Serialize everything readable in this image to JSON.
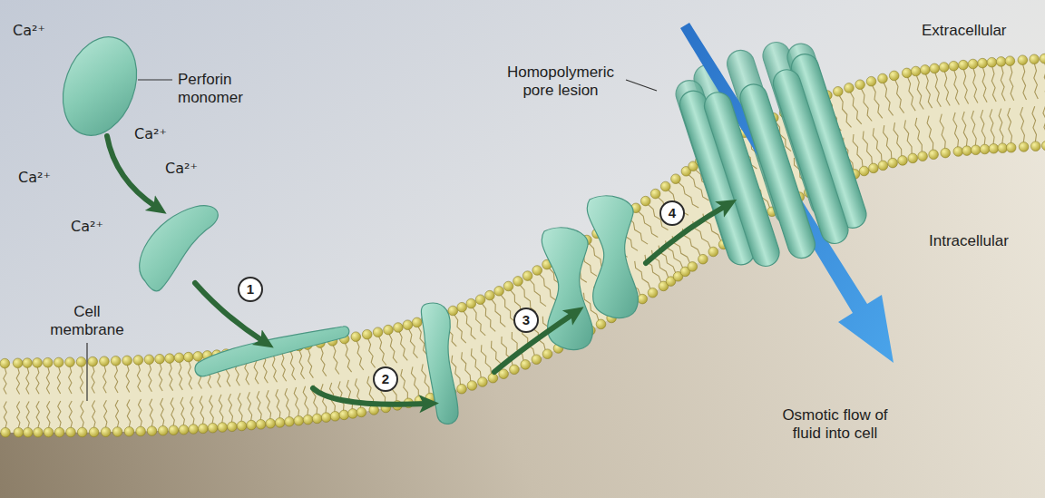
{
  "diagram": {
    "labels": [
      "Ca²⁺",
      "Perforin monomer",
      "Ca²⁺",
      "Ca²⁺",
      "Ca²⁺",
      "Ca²⁺",
      "Cell membrane",
      "1",
      "2",
      "3",
      "4",
      "Homopolymeric pore lesion",
      "Extracellular",
      "Intracellular",
      "Osmotic flow of fluid into cell"
    ]
  }
}
